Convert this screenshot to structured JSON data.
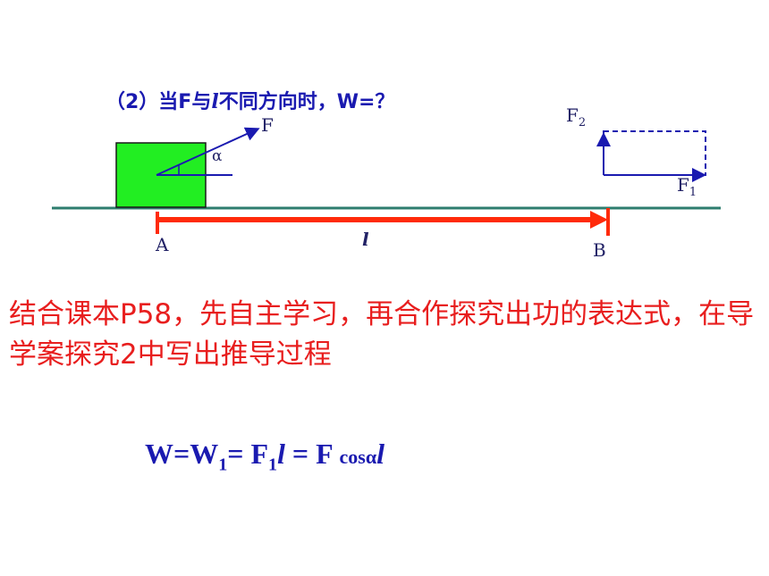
{
  "question": {
    "prefix": "（2）当F与",
    "symbol": "l",
    "suffix": "不同方向时，W=？"
  },
  "labels": {
    "force": "F",
    "angle": "α",
    "point_a": "A",
    "point_b": "B",
    "displacement": "l",
    "f2": "F",
    "f2_sub": "2",
    "f1": "F",
    "f1_sub": "1"
  },
  "instruction": "结合课本P58，先自主学习，再合作探究出功的表达式，在导学案探究2中写出推导过程",
  "formula": {
    "w": "W=W",
    "w_sub": "1",
    "eq": "= F",
    "f_sub": "1",
    "l1": "l",
    "eq2": " = F ",
    "cos": "cosα",
    "l2": "l"
  },
  "colors": {
    "ground": "#2e7d6e",
    "box": "#22ee22",
    "arrow_red": "#ff2a0a",
    "vector_blue": "#1a1ab0"
  }
}
